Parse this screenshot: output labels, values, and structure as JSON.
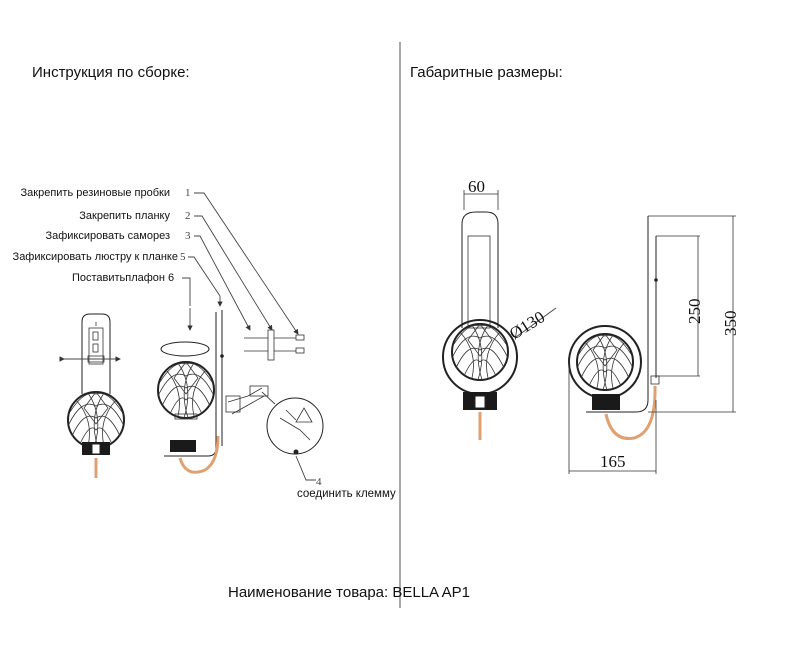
{
  "left_panel": {
    "heading": "Инструкция по сборке:",
    "steps": [
      {
        "label": "Закрепить резиновые пробки",
        "number": "1"
      },
      {
        "label": "Закрепить планку",
        "number": "2"
      },
      {
        "label": "Зафиксировать саморез",
        "number": "3"
      },
      {
        "label": "Зафиксировать люстру к планке",
        "number": "5"
      },
      {
        "label": "Поставитьплафон",
        "number": "6"
      }
    ],
    "connect_step": {
      "number": "4",
      "label": "соединить клемму"
    }
  },
  "right_panel": {
    "heading": "Габаритные размеры:",
    "dimensions": {
      "width_plate": "60",
      "diameter": "Ø130",
      "height_mount": "250",
      "height_total": "350",
      "depth": "165"
    }
  },
  "footer": {
    "product_label": "Наименование товара: BELLA AP1"
  },
  "colors": {
    "line": "#222222",
    "divider": "#a8a8a8",
    "wire": "#e0a070"
  }
}
